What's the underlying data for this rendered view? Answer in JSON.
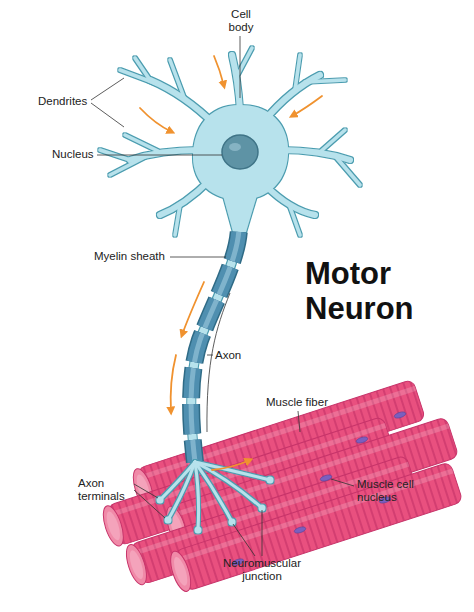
{
  "diagram": {
    "title": "Motor Neuron",
    "labels": [
      "Cell body",
      "Dendrites",
      "Nucleus",
      "Myelin sheath",
      "Axon",
      "Muscle fiber",
      "Axon terminals",
      "Muscle cell nucleus",
      "Neuromuscular junction"
    ]
  }
}
